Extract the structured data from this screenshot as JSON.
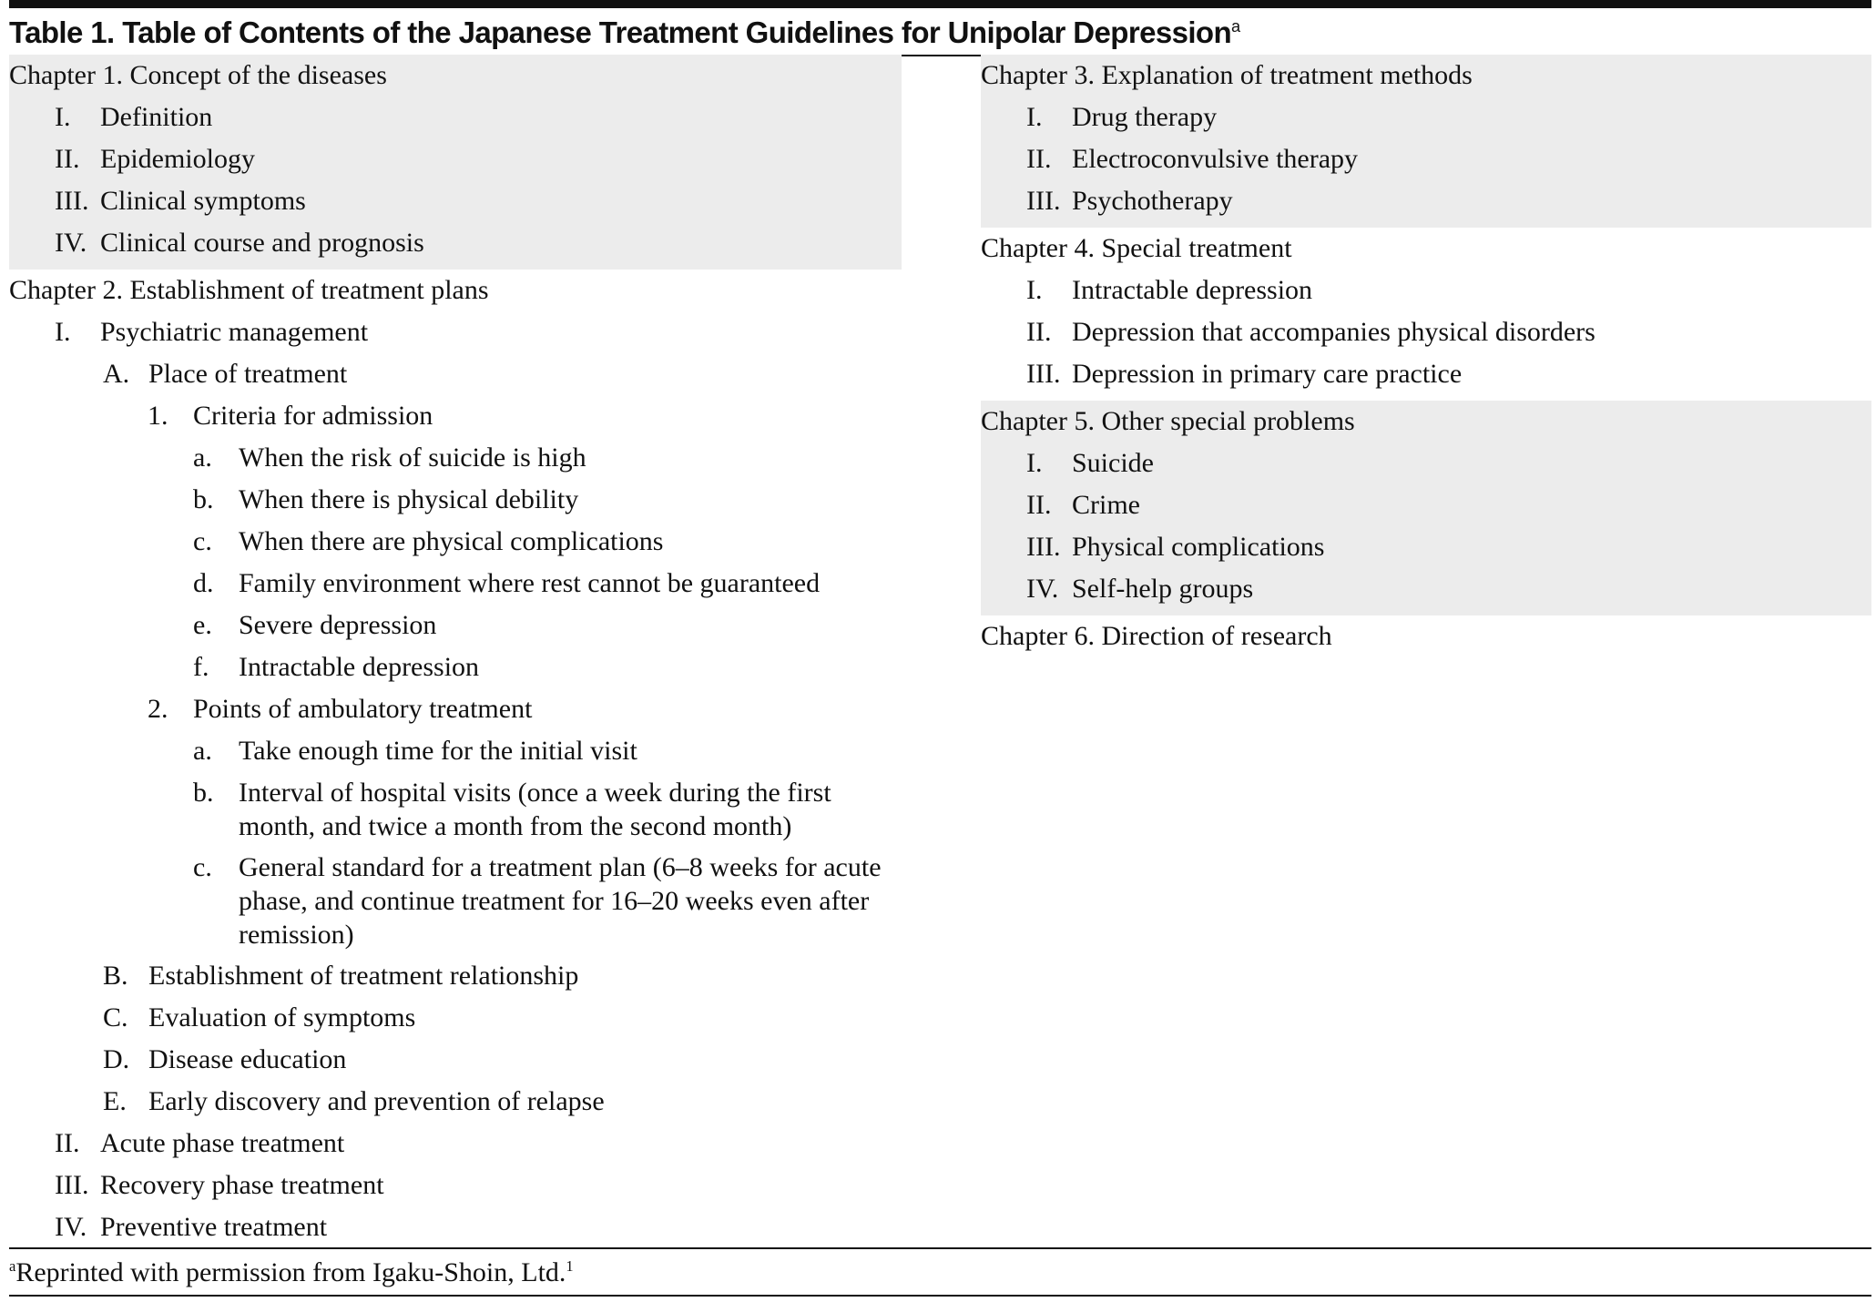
{
  "table": {
    "title": "Table 1. Table of Contents of the Japanese Treatment Guidelines for Unipolar Depression",
    "title_footnote_marker": "a",
    "chapters": [
      {
        "title": "Chapter 1. Concept of the diseases",
        "items": [
          {
            "mark": "I.",
            "text": "Definition"
          },
          {
            "mark": "II.",
            "text": "Epidemiology"
          },
          {
            "mark": "III.",
            "text": "Clinical symptoms"
          },
          {
            "mark": "IV.",
            "text": "Clinical course and prognosis"
          }
        ]
      },
      {
        "title": "Chapter 2. Establishment of treatment plans",
        "items": [
          {
            "mark": "I.",
            "text": "Psychiatric management"
          },
          {
            "mark": "A.",
            "text": "Place of treatment"
          },
          {
            "mark": "1.",
            "text": "Criteria for admission"
          },
          {
            "mark": "a.",
            "text": "When the risk of suicide is high"
          },
          {
            "mark": "b.",
            "text": "When there is physical debility"
          },
          {
            "mark": "c.",
            "text": "When there are physical complications"
          },
          {
            "mark": "d.",
            "text": "Family environment where rest cannot be guaranteed"
          },
          {
            "mark": "e.",
            "text": "Severe depression"
          },
          {
            "mark": "f.",
            "text": "Intractable depression"
          },
          {
            "mark": "2.",
            "text": "Points of ambulatory treatment"
          },
          {
            "mark": "a.",
            "text": "Take enough time for the initial visit"
          },
          {
            "mark": "b.",
            "text": "Interval of hospital visits (once a week during the first month, and twice a month from the second month)"
          },
          {
            "mark": "c.",
            "text": "General standard for a treatment plan (6–8 weeks for acute phase, and continue treatment for 16–20 weeks even after remission)"
          },
          {
            "mark": "B.",
            "text": "Establishment of treatment relationship"
          },
          {
            "mark": "C.",
            "text": "Evaluation of symptoms"
          },
          {
            "mark": "D.",
            "text": "Disease education"
          },
          {
            "mark": "E.",
            "text": "Early discovery and prevention of relapse"
          },
          {
            "mark": "II.",
            "text": "Acute phase treatment"
          },
          {
            "mark": "III.",
            "text": "Recovery phase treatment"
          },
          {
            "mark": "IV.",
            "text": "Preventive treatment"
          }
        ]
      },
      {
        "title": "Chapter 3. Explanation of treatment methods",
        "items": [
          {
            "mark": "I.",
            "text": "Drug therapy"
          },
          {
            "mark": "II.",
            "text": "Electroconvulsive therapy"
          },
          {
            "mark": "III.",
            "text": "Psychotherapy"
          }
        ]
      },
      {
        "title": "Chapter 4. Special treatment",
        "items": [
          {
            "mark": "I.",
            "text": "Intractable depression"
          },
          {
            "mark": "II.",
            "text": "Depression that accompanies physical disorders"
          },
          {
            "mark": "III.",
            "text": "Depression in primary care practice"
          }
        ]
      },
      {
        "title": "Chapter 5. Other special problems",
        "items": [
          {
            "mark": "I.",
            "text": "Suicide"
          },
          {
            "mark": "II.",
            "text": "Crime"
          },
          {
            "mark": "III.",
            "text": "Physical complications"
          },
          {
            "mark": "IV.",
            "text": "Self-help groups"
          }
        ]
      },
      {
        "title": "Chapter 6. Direction of research",
        "items": []
      }
    ]
  },
  "footnote": {
    "marker": "a",
    "text": "Reprinted with permission from Igaku-Shoin, Ltd.",
    "reference": "1"
  }
}
